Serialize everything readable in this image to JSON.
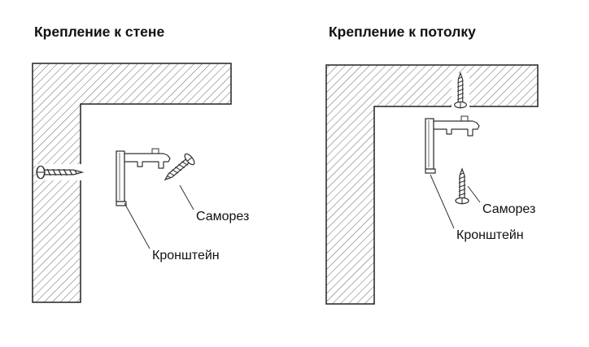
{
  "diagram": {
    "type": "technical-illustration",
    "subject": "curtain rail bracket mounting",
    "panels": {
      "wall": {
        "title": "Крепление к стене",
        "labels": {
          "screw": "Саморез",
          "bracket": "Кронштейн"
        }
      },
      "ceiling": {
        "title": "Крепление к потолку",
        "labels": {
          "screw": "Саморез",
          "bracket": "Кронштейн"
        }
      }
    },
    "colors": {
      "background": "#ffffff",
      "outline": "#222222",
      "part_line": "#333333",
      "hatch": "#555555",
      "text": "#111111"
    }
  }
}
